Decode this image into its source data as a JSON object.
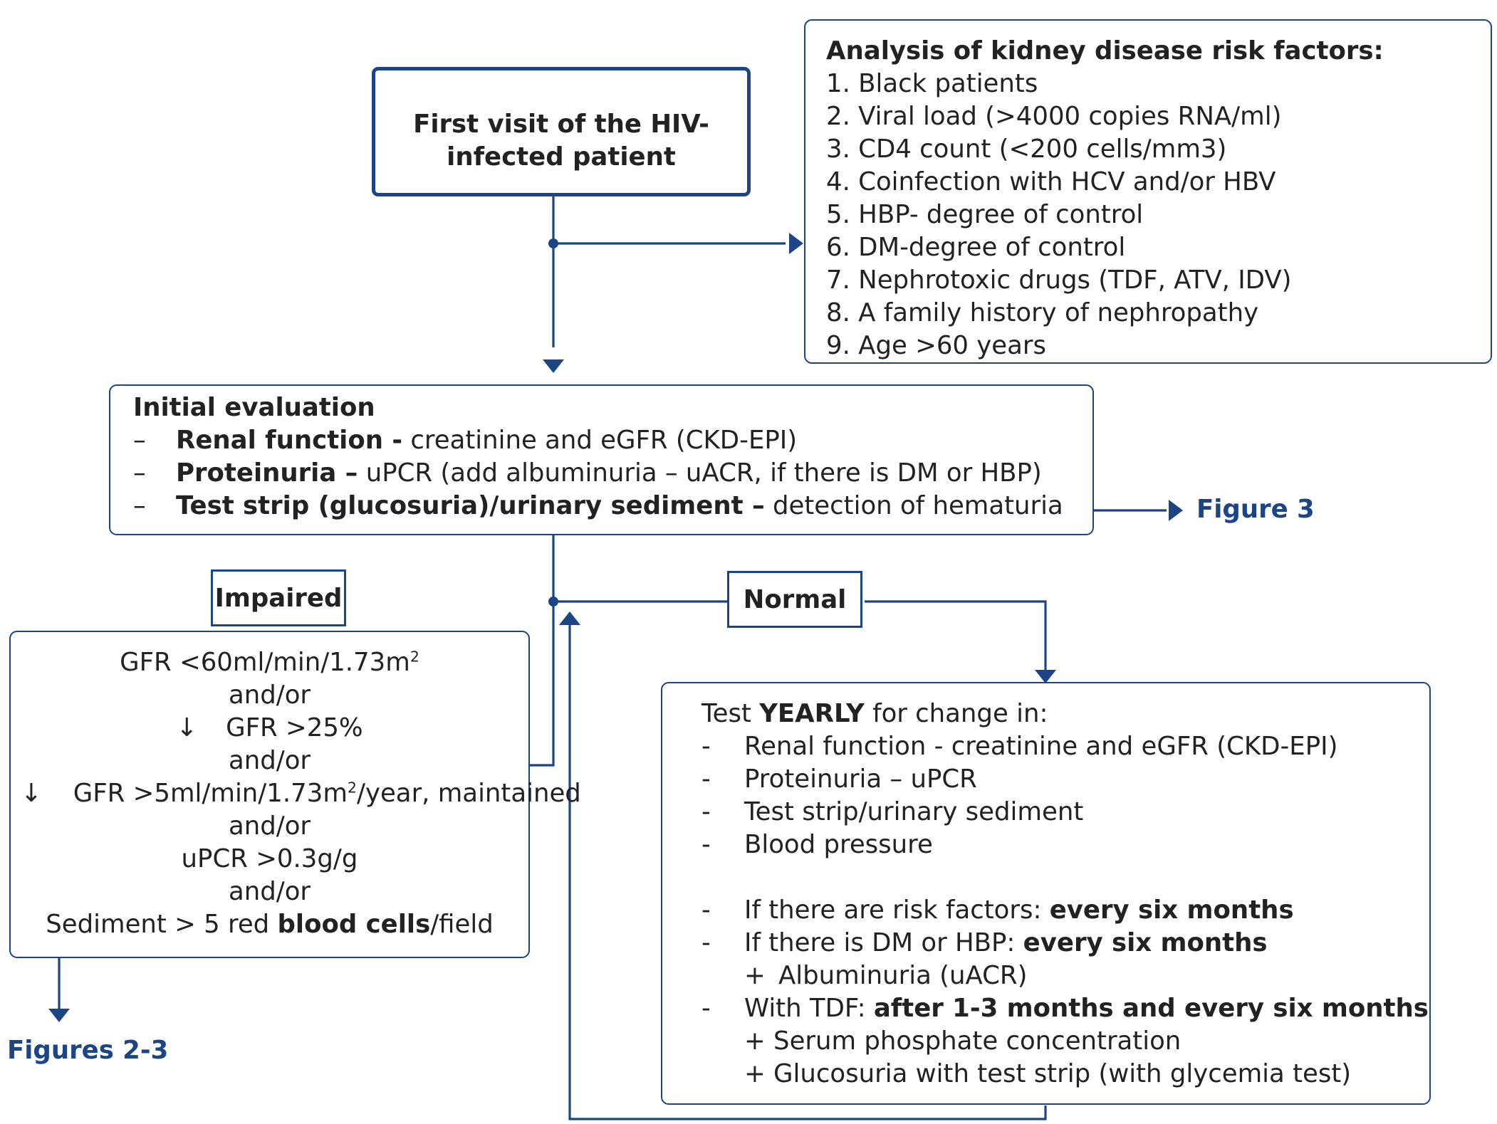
{
  "start": {
    "line1": "First visit of the HIV-",
    "line2": "infected patient"
  },
  "risk_factors": {
    "title": "Analysis of kidney disease risk factors:",
    "items": [
      "1. Black patients",
      "2. Viral load (>4000 copies RNA/ml)",
      "3. CD4 count (<200 cells/mm3)",
      "4. Coinfection with HCV and/or HBV",
      "5. HBP- degree of control",
      "6. DM-degree of control",
      "7. Nephrotoxic drugs (TDF, ATV, IDV)",
      "8. A family history of nephropathy",
      "9. Age >60 years"
    ]
  },
  "initial_evaluation": {
    "title": "Initial evaluation",
    "dash": "–",
    "items": [
      {
        "bold": "Renal function -",
        "text": " creatinine and eGFR (CKD-EPI)"
      },
      {
        "bold": "Proteinuria –",
        "text": " uPCR (add albuminuria – uACR, if there is DM or HBP)"
      },
      {
        "bold": "Test strip (glucosuria)/urinary sediment –",
        "text": " detection of hematuria"
      }
    ]
  },
  "figure3_ref": "Figure 3",
  "figures23_ref": "Figures 2-3",
  "impaired": {
    "label": "Impaired",
    "and_or": "and/or",
    "down_arrow": "↓",
    "gfr60_pre": "GFR <60ml/min/1.73m",
    "gfr25": "GFR >25%",
    "gfr5_pre": "GFR >5ml/min/1.73m",
    "gfr5_post": "/year, maintained",
    "sup2": "2",
    "upcr": "uPCR >0.3g/g",
    "sediment_pre": "Sediment > 5 red ",
    "sediment_bold": "blood cells",
    "sediment_post": "/field"
  },
  "normal": {
    "label": "Normal",
    "heading_pre": "Test ",
    "heading_bold": "YEARLY",
    "heading_post": " for change in:",
    "dash": "-",
    "plus": "+",
    "items": [
      "Renal function - creatinine and eGFR (CKD-EPI)",
      "Proteinuria – uPCR",
      "Test strip/urinary sediment",
      "Blood pressure"
    ],
    "risk_pre": "If there are risk factors: ",
    "risk_bold": "every six months",
    "dm_pre": "If there is DM or HBP: ",
    "dm_bold": "every six months",
    "albuminuria": "Albuminuria (uACR)",
    "tdf_pre": "With TDF: ",
    "tdf_bold": "after 1-3 months and every six months",
    "phosphate": "+ Serum phosphate concentration",
    "glucosuria": "+ Glucosuria with test strip (with glycemia test)"
  },
  "colors": {
    "accent": "#1b4587",
    "text": "#222222"
  }
}
